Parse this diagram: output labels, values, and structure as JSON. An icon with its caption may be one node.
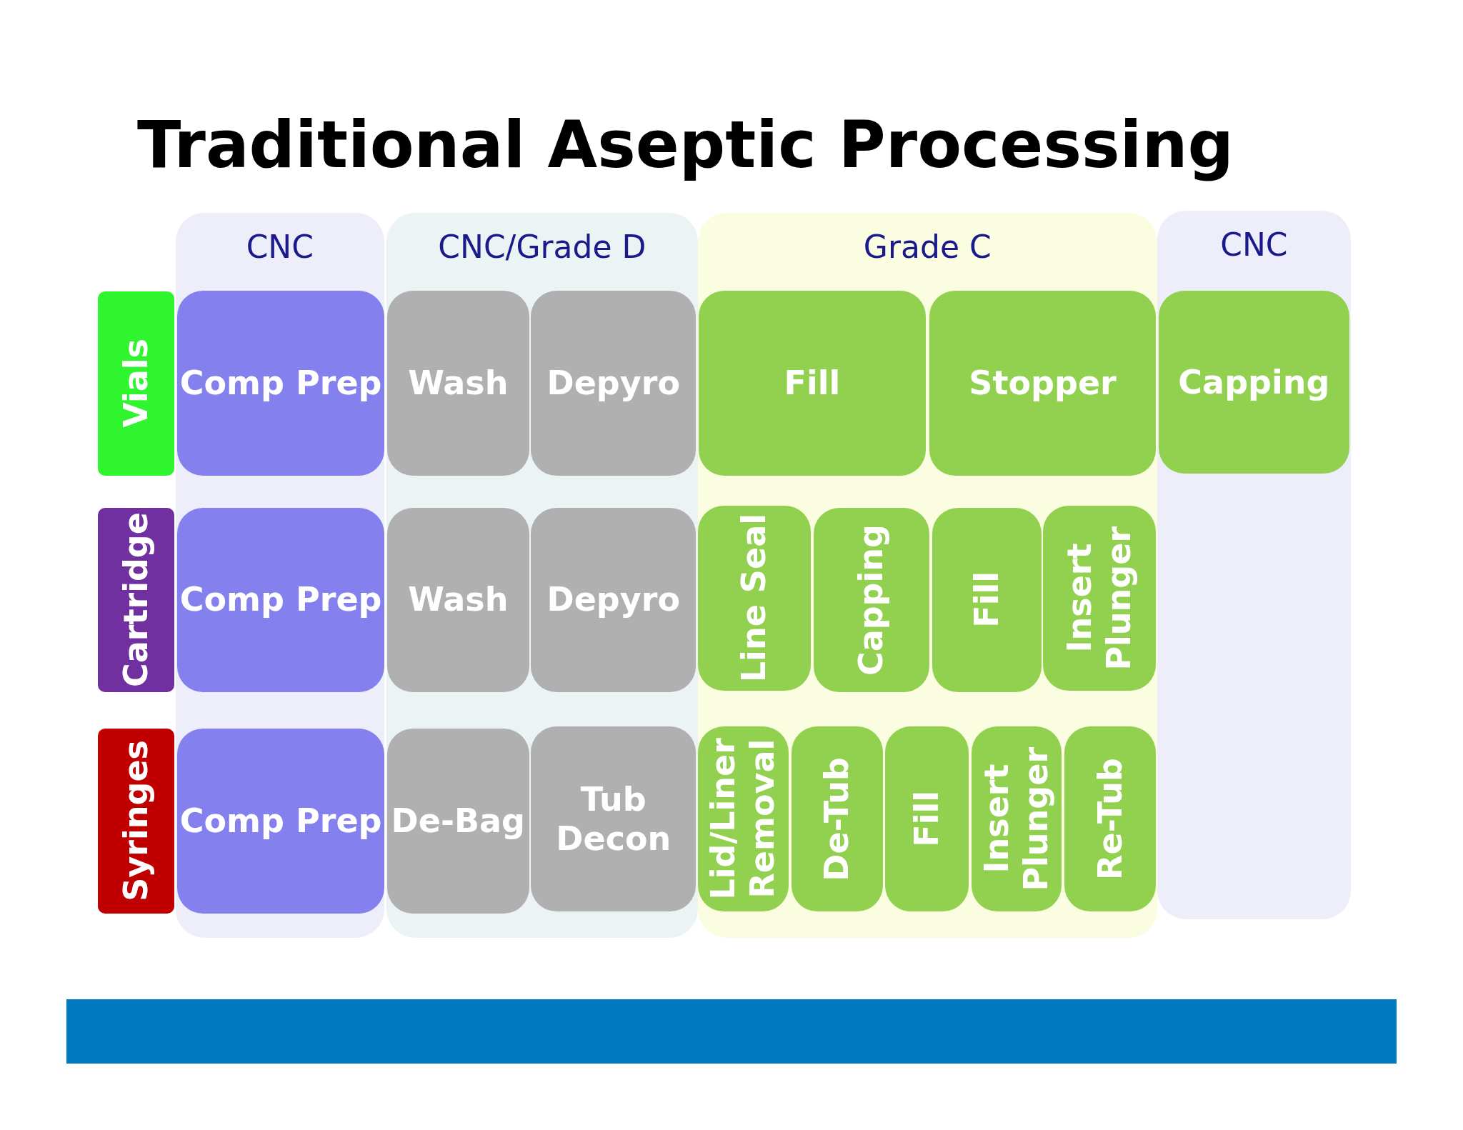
{
  "diagram": {
    "title": "Traditional Aseptic Processing",
    "nodes": [
      {
        "text": [
          "CNC"
        ]
      },
      {
        "text": [
          "CNC/Grade D"
        ]
      },
      {
        "text": [
          "Grade C"
        ]
      },
      {
        "text": [
          "CNC"
        ]
      },
      {
        "text": [
          "Vials"
        ]
      },
      {
        "text": [
          "Comp Prep"
        ],
        "in": 0
      },
      {
        "text": [
          "Wash"
        ],
        "in": 1
      },
      {
        "text": [
          "Depyro"
        ],
        "in": 1
      },
      {
        "text": [
          "Fill"
        ],
        "in": 2
      },
      {
        "text": [
          "Stopper"
        ],
        "in": 2
      },
      {
        "text": [
          "Capping"
        ],
        "in": 3
      },
      {
        "text": [
          "Cartridge"
        ]
      },
      {
        "text": [
          "Comp Prep"
        ],
        "in": 0
      },
      {
        "text": [
          "Wash"
        ],
        "in": 1
      },
      {
        "text": [
          "Depyro"
        ],
        "in": 1
      },
      {
        "text": [
          "Line Seal"
        ],
        "in": 2
      },
      {
        "text": [
          "Capping"
        ],
        "in": 2
      },
      {
        "text": [
          "Fill"
        ],
        "in": 2
      },
      {
        "text": [
          "Insert Plunger"
        ],
        "in": 2
      },
      {
        "text": [
          "Syringes"
        ]
      },
      {
        "text": [
          "Comp Prep"
        ],
        "in": 0
      },
      {
        "text": [
          "De-Bag"
        ],
        "in": 1
      },
      {
        "text": [
          "Tub Decon"
        ],
        "in": 1
      },
      {
        "text": [
          "Lid/Liner Removal"
        ],
        "in": 2
      },
      {
        "text": [
          "De-Tub"
        ],
        "in": 2
      },
      {
        "text": [
          "Fill"
        ],
        "in": 2
      },
      {
        "text": [
          "Insert Plunger"
        ],
        "in": 2
      },
      {
        "text": [
          "Re-Tub"
        ],
        "in": 2
      }
    ],
    "edges": []
  }
}
